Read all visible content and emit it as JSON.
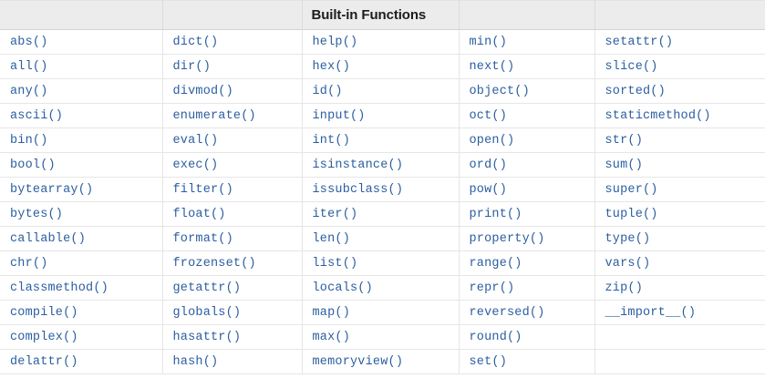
{
  "table": {
    "title": "Built-in Functions",
    "title_column_index": 2,
    "header_cells": [
      "",
      "",
      "Built-in Functions",
      "",
      ""
    ],
    "columns": 5,
    "rows": [
      [
        "abs()",
        "dict()",
        "help()",
        "min()",
        "setattr()"
      ],
      [
        "all()",
        "dir()",
        "hex()",
        "next()",
        "slice()"
      ],
      [
        "any()",
        "divmod()",
        "id()",
        "object()",
        "sorted()"
      ],
      [
        "ascii()",
        "enumerate()",
        "input()",
        "oct()",
        "staticmethod()"
      ],
      [
        "bin()",
        "eval()",
        "int()",
        "open()",
        "str()"
      ],
      [
        "bool()",
        "exec()",
        "isinstance()",
        "ord()",
        "sum()"
      ],
      [
        "bytearray()",
        "filter()",
        "issubclass()",
        "pow()",
        "super()"
      ],
      [
        "bytes()",
        "float()",
        "iter()",
        "print()",
        "tuple()"
      ],
      [
        "callable()",
        "format()",
        "len()",
        "property()",
        "type()"
      ],
      [
        "chr()",
        "frozenset()",
        "list()",
        "range()",
        "vars()"
      ],
      [
        "classmethod()",
        "getattr()",
        "locals()",
        "repr()",
        "zip()"
      ],
      [
        "compile()",
        "globals()",
        "map()",
        "reversed()",
        "__import__()"
      ],
      [
        "complex()",
        "hasattr()",
        "max()",
        "round()",
        ""
      ],
      [
        "delattr()",
        "hash()",
        "memoryview()",
        "set()",
        ""
      ]
    ]
  },
  "colors": {
    "link_blue": "#2b5ea0",
    "header_background": "#ececec",
    "header_text": "#1c1c1c",
    "border": "#e6e6e6",
    "page_background": "#ffffff"
  }
}
